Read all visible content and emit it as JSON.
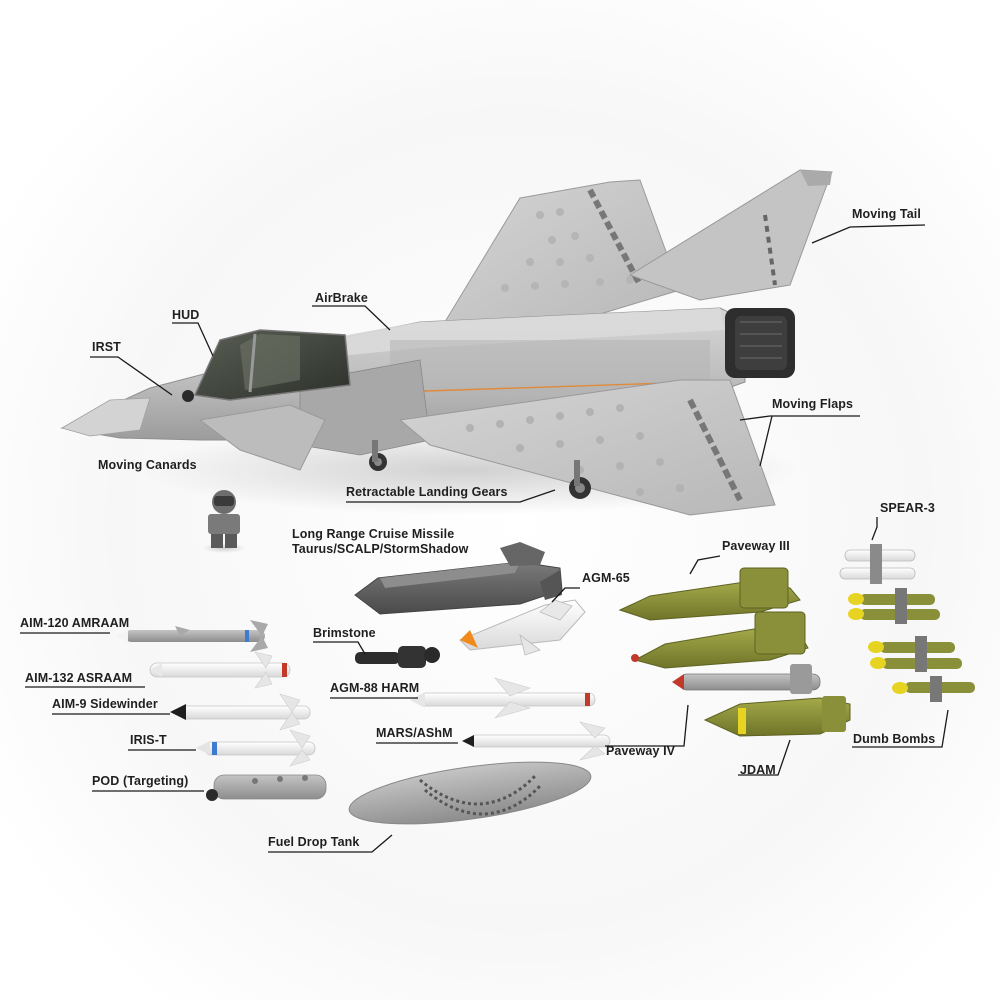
{
  "colors": {
    "airframe_light": "#c9c9c9",
    "airframe_mid": "#a9a9a9",
    "airframe_dark": "#6e6e6e",
    "engine_black": "#2a2a2a",
    "olive_bomb": "#8a8f3a",
    "yellow_tip": "#e7d321",
    "missile_white": "#f1f1f1",
    "red_band": "#c0392b",
    "blue_band": "#3d7bd0",
    "orange_band": "#f08a1c",
    "label_text": "#1f1f1f"
  },
  "aircraft_labels": {
    "moving_tail": "Moving Tail",
    "airbrake": "AirBrake",
    "hud": "HUD",
    "irst": "IRST",
    "moving_flaps": "Moving Flaps",
    "moving_canards": "Moving Canards",
    "landing_gears": "Retractable Landing Gears"
  },
  "weapon_labels": {
    "cruise_missile_line1": "Long Range Cruise Missile",
    "cruise_missile_line2": "Taurus/SCALP/StormShadow",
    "spear3": "SPEAR-3",
    "paveway3": "Paveway III",
    "agm65": "AGM-65",
    "aim120": "AIM-120 AMRAAM",
    "brimstone": "Brimstone",
    "aim132": "AIM-132 ASRAAM",
    "agm88": "AGM-88 HARM",
    "aim9": "AIM-9 Sidewinder",
    "iris_t": "IRIS-T",
    "mars": "MARS/AShM",
    "paveway4": "Paveway IV",
    "dumb_bombs": "Dumb Bombs",
    "jdam": "JDAM",
    "pod": "POD (Targeting)",
    "fuel_tank": "Fuel Drop Tank"
  },
  "icons": {
    "aircraft": "fighter-jet-model",
    "pilot": "pilot-minifigure"
  }
}
